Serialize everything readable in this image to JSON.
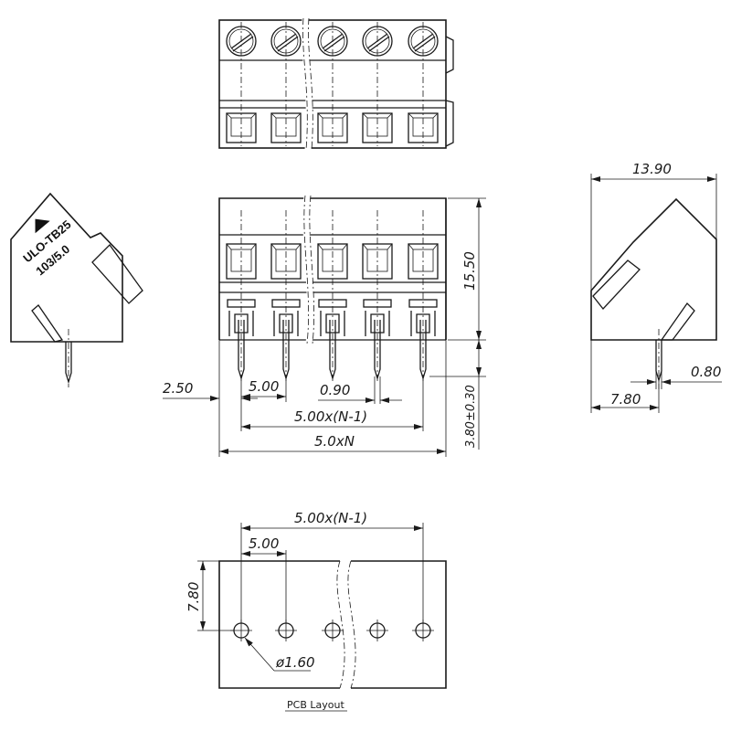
{
  "labels": {
    "logo_line1": "ULO-TB25",
    "logo_line2": "103/5.0",
    "caption": "PCB Layout"
  },
  "dimensions": {
    "height": "15.50",
    "pin_offset": "2.50",
    "pitch": "5.00",
    "pin_width": "0.90",
    "span": "5.00x(N-1)",
    "total_width": "5.0xN",
    "pin_length": "3.80±0.30",
    "depth": "13.90",
    "pin_thickness": "0.80",
    "pin_from_back": "7.80",
    "pcb_span": "5.00x(N-1)",
    "pcb_pitch": "5.00",
    "pcb_row_offset": "7.80",
    "hole_diameter": "ø1.60"
  }
}
